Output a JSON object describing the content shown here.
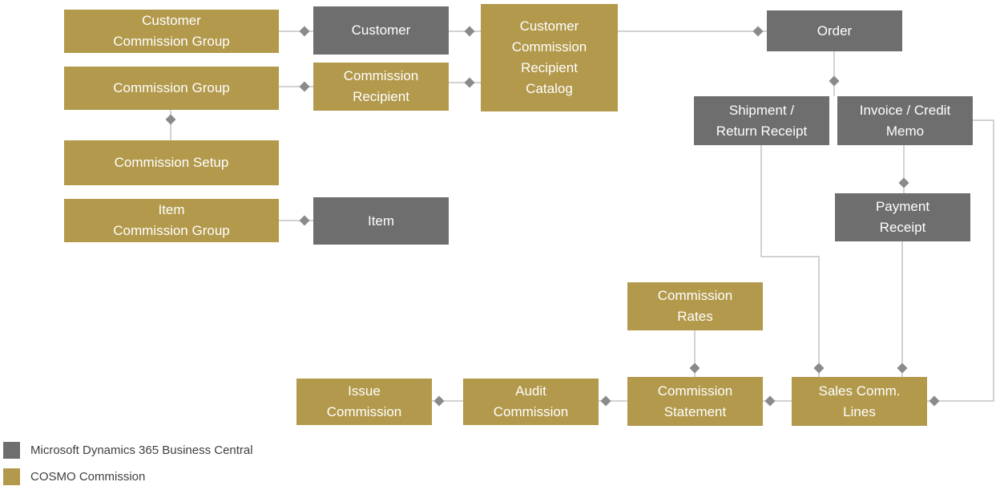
{
  "colors": {
    "gold": "#B2994B",
    "gray": "#6E6E6E",
    "line": "#C4C4C4",
    "diamond": "#8A8A8A",
    "legend_text": "#404040",
    "bg": "#FFFFFF"
  },
  "nodes": {
    "customer_commission_group": {
      "label": "Customer\nCommission Group",
      "system": "COSMO Commission"
    },
    "customer": {
      "label": "Customer",
      "system": "Microsoft Dynamics 365 Business Central"
    },
    "customer_commission_recipient_catalog": {
      "label": "Customer\nCommission\nRecipient\nCatalog",
      "system": "COSMO Commission"
    },
    "order": {
      "label": "Order",
      "system": "Microsoft Dynamics 365 Business Central"
    },
    "commission_group": {
      "label": "Commission Group",
      "system": "COSMO Commission"
    },
    "commission_recipient": {
      "label": "Commission\nRecipient",
      "system": "COSMO Commission"
    },
    "shipment_return_receipt": {
      "label": "Shipment /\nReturn Receipt",
      "system": "Microsoft Dynamics 365 Business Central"
    },
    "invoice_credit_memo": {
      "label": "Invoice / Credit\nMemo",
      "system": "Microsoft Dynamics 365 Business Central"
    },
    "commission_setup": {
      "label": "Commission Setup",
      "system": "COSMO Commission"
    },
    "payment_receipt": {
      "label": "Payment\nReceipt",
      "system": "Microsoft Dynamics 365 Business Central"
    },
    "item_commission_group": {
      "label": "Item\nCommission Group",
      "system": "COSMO Commission"
    },
    "item": {
      "label": "Item",
      "system": "Microsoft Dynamics 365 Business Central"
    },
    "commission_rates": {
      "label": "Commission\nRates",
      "system": "COSMO Commission"
    },
    "issue_commission": {
      "label": "Issue\nCommission",
      "system": "COSMO Commission"
    },
    "audit_commission": {
      "label": "Audit\nCommission",
      "system": "COSMO Commission"
    },
    "commission_statement": {
      "label": "Commission\nStatement",
      "system": "COSMO Commission"
    },
    "sales_comm_lines": {
      "label": "Sales Comm.\nLines",
      "system": "COSMO Commission"
    }
  },
  "edges": [
    {
      "from": "customer_commission_group",
      "to": "customer"
    },
    {
      "from": "customer",
      "to": "customer_commission_recipient_catalog"
    },
    {
      "from": "commission_group",
      "to": "commission_recipient"
    },
    {
      "from": "commission_recipient",
      "to": "customer_commission_recipient_catalog"
    },
    {
      "from": "commission_setup",
      "to": "commission_group"
    },
    {
      "from": "item_commission_group",
      "to": "item"
    },
    {
      "from": "customer_commission_recipient_catalog",
      "to": "order"
    },
    {
      "from": "order",
      "to": "shipment_return_receipt"
    },
    {
      "from": "order",
      "to": "invoice_credit_memo"
    },
    {
      "from": "invoice_credit_memo",
      "to": "payment_receipt"
    },
    {
      "from": "shipment_return_receipt",
      "to": "sales_comm_lines"
    },
    {
      "from": "payment_receipt",
      "to": "sales_comm_lines"
    },
    {
      "from": "invoice_credit_memo",
      "to": "sales_comm_lines"
    },
    {
      "from": "commission_rates",
      "to": "commission_statement"
    },
    {
      "from": "sales_comm_lines",
      "to": "commission_statement"
    },
    {
      "from": "commission_statement",
      "to": "audit_commission"
    },
    {
      "from": "audit_commission",
      "to": "issue_commission"
    }
  ],
  "legend": {
    "items": [
      {
        "label": "Microsoft Dynamics 365 Business Central",
        "color_key": "gray"
      },
      {
        "label": "COSMO Commission",
        "color_key": "gold"
      }
    ]
  }
}
